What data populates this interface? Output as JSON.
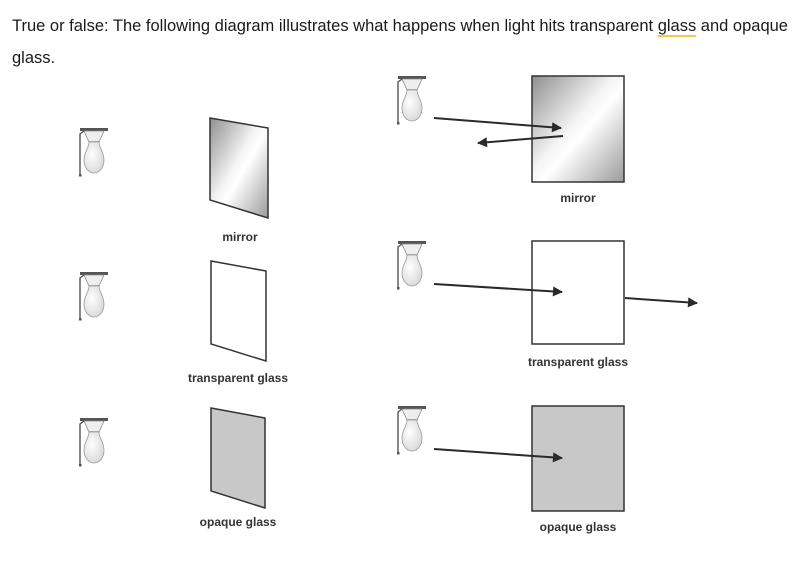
{
  "question": {
    "text_before": "True or false: The following diagram illustrates what happens when light hits transparent ",
    "underlined_word": "glass",
    "text_after": " and opaque glass."
  },
  "diagram": {
    "left_panel": [
      {
        "material": "mirror",
        "label": "mirror",
        "fill": "gradient"
      },
      {
        "material": "transparent",
        "label": "transparent glass",
        "fill": "#ffffff"
      },
      {
        "material": "opaque",
        "label": "opaque glass",
        "fill": "#c8c8c8"
      }
    ],
    "right_panel": [
      {
        "material": "mirror",
        "label": "mirror",
        "behavior": "reflected"
      },
      {
        "material": "transparent",
        "label": "transparent glass",
        "behavior": "transmitted"
      },
      {
        "material": "opaque",
        "label": "opaque glass",
        "behavior": "absorbed"
      }
    ]
  },
  "colors": {
    "text": "#1a1a1a",
    "underline": "#f2c94c",
    "outline": "#333333",
    "opaque_fill": "#c8c8c8",
    "arrow": "#2a2a2a"
  }
}
